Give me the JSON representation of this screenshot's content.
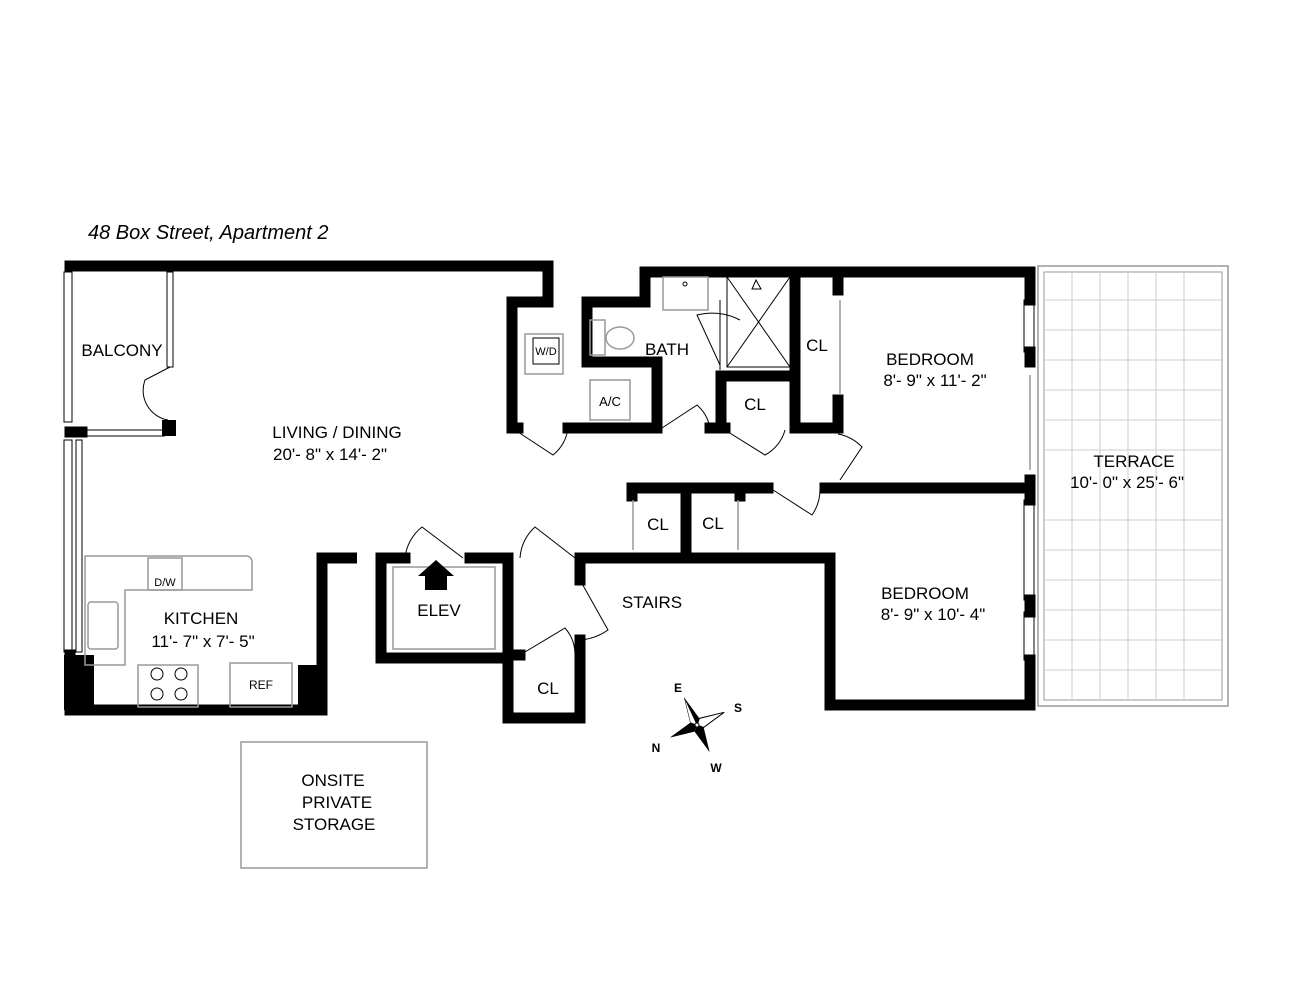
{
  "title": "48 Box Street, Apartment 2",
  "rooms": {
    "balcony": "BALCONY",
    "living_name": "LIVING / DINING",
    "living_dim": "20'- 8\" x 14'- 2\"",
    "bath": "BATH",
    "wd": "W/D",
    "ac": "A/C",
    "cl": "CL",
    "bedroom1_name": "BEDROOM",
    "bedroom1_dim": "8'- 9\" x 11'- 2\"",
    "bedroom2_name": "BEDROOM",
    "bedroom2_dim": "8'- 9\" x 10'- 4\"",
    "terrace_name": "TERRACE",
    "terrace_dim": "10'- 0\" x 25'- 6\"",
    "kitchen_name": "KITCHEN",
    "kitchen_dim": "11'- 7\" x 7'- 5\"",
    "dw": "D/W",
    "ref": "REF",
    "elev": "ELEV",
    "stairs": "STAIRS",
    "storage_1": "ONSITE",
    "storage_2": "PRIVATE",
    "storage_3": "STORAGE"
  },
  "compass": {
    "e": "E",
    "s": "S",
    "w": "W",
    "n": "N"
  }
}
